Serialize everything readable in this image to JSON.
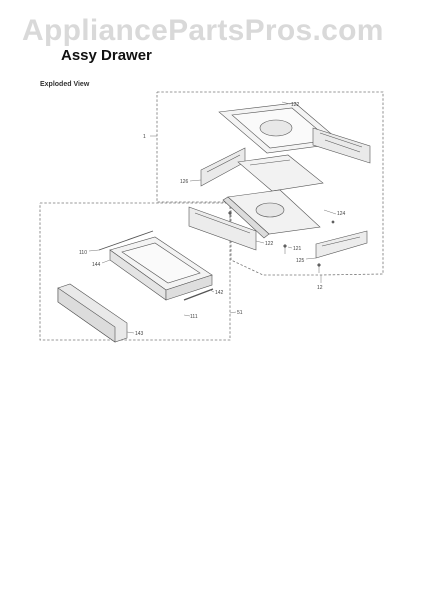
{
  "watermark": "AppliancePartsPros.com",
  "title": "Assy Drawer",
  "subtitle": "Exploded View",
  "callouts": [
    "1",
    "122",
    "126",
    "124",
    "122",
    "121",
    "125",
    "12",
    "110",
    "144",
    "142",
    "111",
    "143",
    "51"
  ],
  "colors": {
    "line": "#555555",
    "dash": "#777777",
    "watermark": "#d9d9d9"
  }
}
